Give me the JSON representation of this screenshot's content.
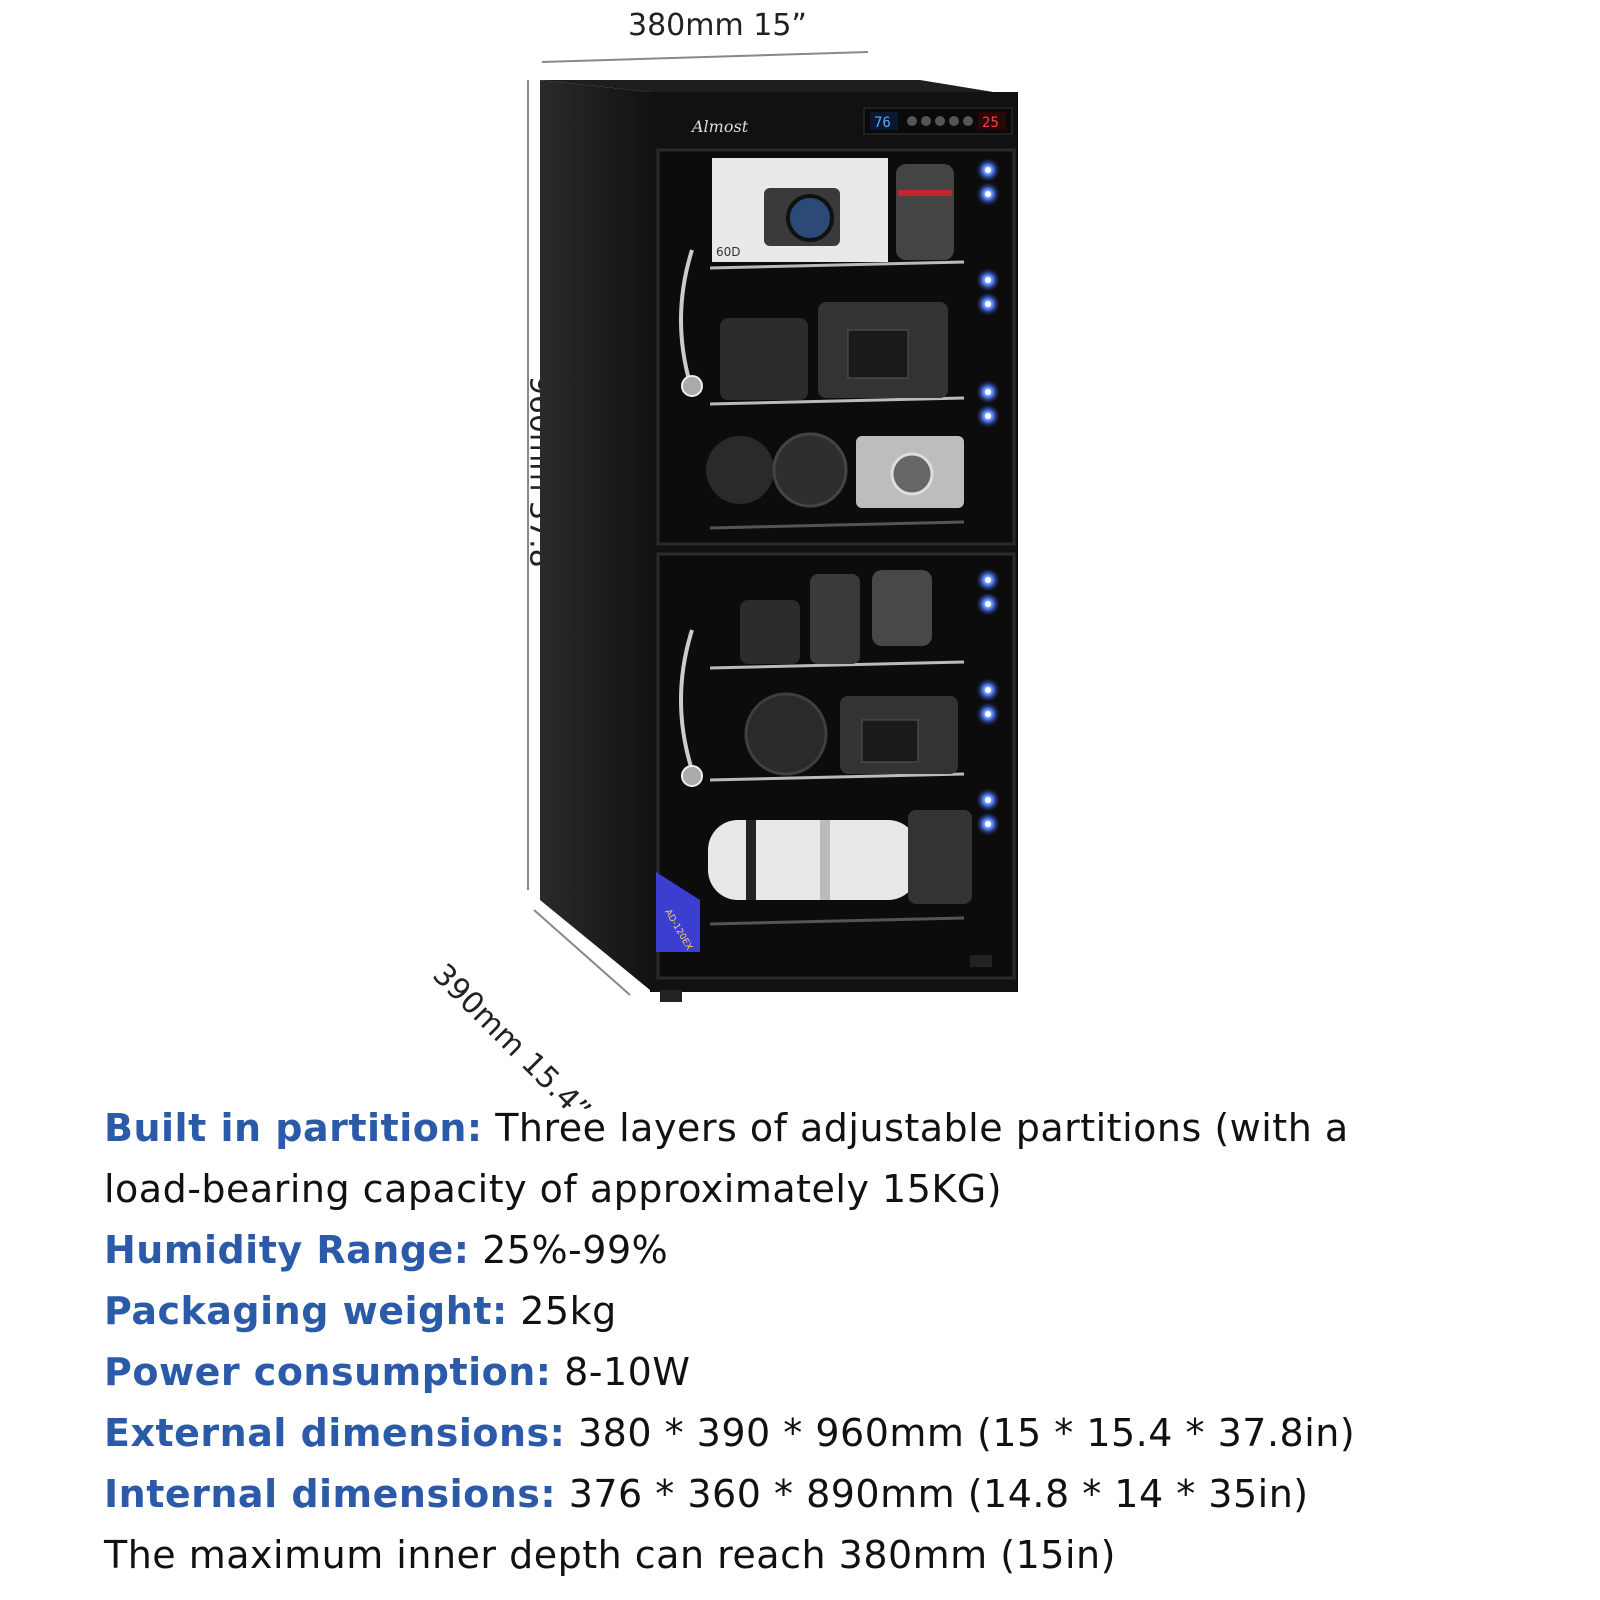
{
  "dimensions": {
    "width": "380mm 15”",
    "height": "960mm 37.8”",
    "depth": "390mm 15.4”"
  },
  "product": {
    "brand": "Almost",
    "display_humidity": "76",
    "display_temp": "25",
    "shelf_label": "60D",
    "model_sticker": "AD-120EX"
  },
  "specs": {
    "partition_label": "Built in partition:",
    "partition_value_1": "Three layers of adjustable partitions (with a",
    "partition_value_2": "load-bearing capacity of approximately 15KG)",
    "humidity_label": "Humidity Range:",
    "humidity_value": "25%-99%",
    "weight_label": "Packaging weight:",
    "weight_value": "25kg",
    "power_label": "Power consumption:",
    "power_value": "8-10W",
    "external_label": "External dimensions:",
    "external_value": "380 * 390 * 960mm (15 * 15.4 * 37.8in)",
    "internal_label": "Internal dimensions:",
    "internal_value": "376 * 360 * 890mm (14.8 * 14 * 35in)",
    "depth_note": "The maximum inner depth can reach 380mm (15in)"
  },
  "colors": {
    "label_blue": "#2a5aa8",
    "led_blue": "#3b6bff",
    "cabinet": "#141414"
  }
}
